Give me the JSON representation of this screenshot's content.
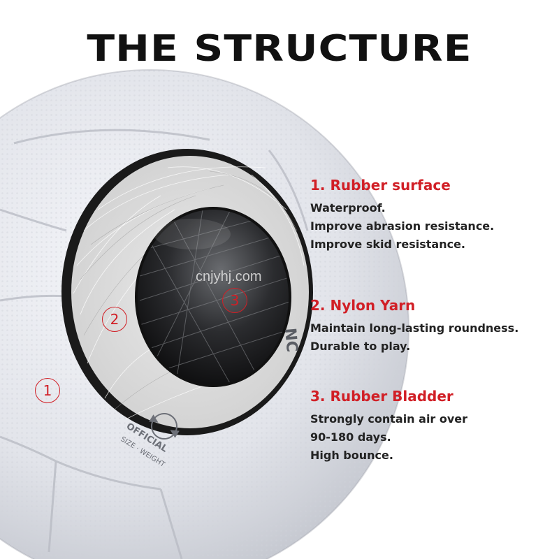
{
  "title": "THE STRUCTURE",
  "watermark": "cnjyhj.com",
  "ball_print": {
    "line1": "OFFICIAL",
    "line2": "SIZE · WEIGHT",
    "edge_letters": "NC"
  },
  "markers": [
    "1",
    "2",
    "3"
  ],
  "sections": [
    {
      "heading": "1. Rubber surface",
      "lines": [
        "Waterproof.",
        "Improve abrasion resistance.",
        "Improve skid resistance."
      ]
    },
    {
      "heading": "2. Nylon Yarn",
      "lines": [
        "Maintain long-lasting roundness.",
        "Durable to play."
      ]
    },
    {
      "heading": "3. Rubber Bladder",
      "lines": [
        "Strongly contain air over",
        "90-180 days.",
        "High bounce."
      ]
    }
  ],
  "colors": {
    "accent_red": "#d11f26",
    "title_black": "#111111",
    "text_dark": "#222222"
  }
}
